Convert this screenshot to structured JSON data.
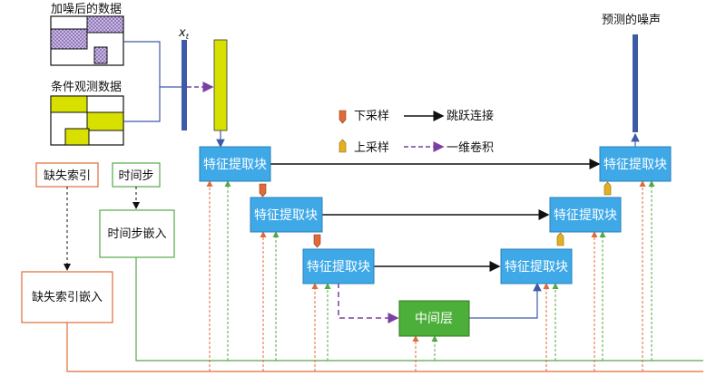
{
  "labels": {
    "noisy_data": "加噪后的数据",
    "cond_data": "条件观测数据",
    "xt": "x",
    "xt_sub": "t",
    "predicted_noise": "预测的噪声",
    "downsample": "下采样",
    "upsample": "上采样",
    "skip": "跳跃连接",
    "conv1d": "一维卷积",
    "missing_index": "缺失索引",
    "timestep": "时间步",
    "timestep_embed": "时间步嵌入",
    "missing_embed": "缺失索引嵌入",
    "middle": "中间层"
  },
  "blocks": {
    "enc1": "特征提取块",
    "enc2": "特征提取块",
    "enc3": "特征提取块",
    "dec3": "特征提取块",
    "dec2": "特征提取块",
    "dec1": "特征提取块"
  },
  "colors": {
    "block_blue": "#3fa9e8",
    "middle_green": "#4caf3a",
    "bar_blue": "#3c5aa6",
    "bar_yellow": "#d8e000",
    "orange": "#e06a3a",
    "green": "#55a84a",
    "purple": "#7b3fa0",
    "gold": "#e3b020",
    "hatch": "#7a5fa8"
  }
}
